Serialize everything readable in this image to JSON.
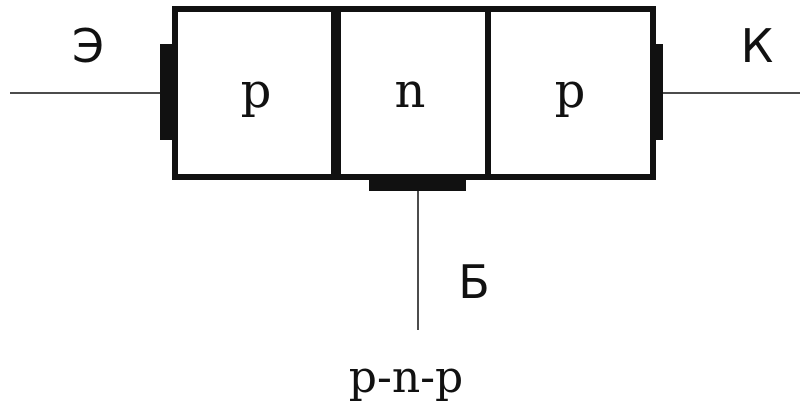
{
  "diagram": {
    "regions": [
      {
        "label": "p"
      },
      {
        "label": "n"
      },
      {
        "label": "p"
      }
    ],
    "terminals": {
      "emitter": "Э",
      "collector": "К",
      "base": "Б"
    },
    "caption": "p-n-p",
    "colors": {
      "stroke": "#111111",
      "background": "#ffffff"
    }
  }
}
